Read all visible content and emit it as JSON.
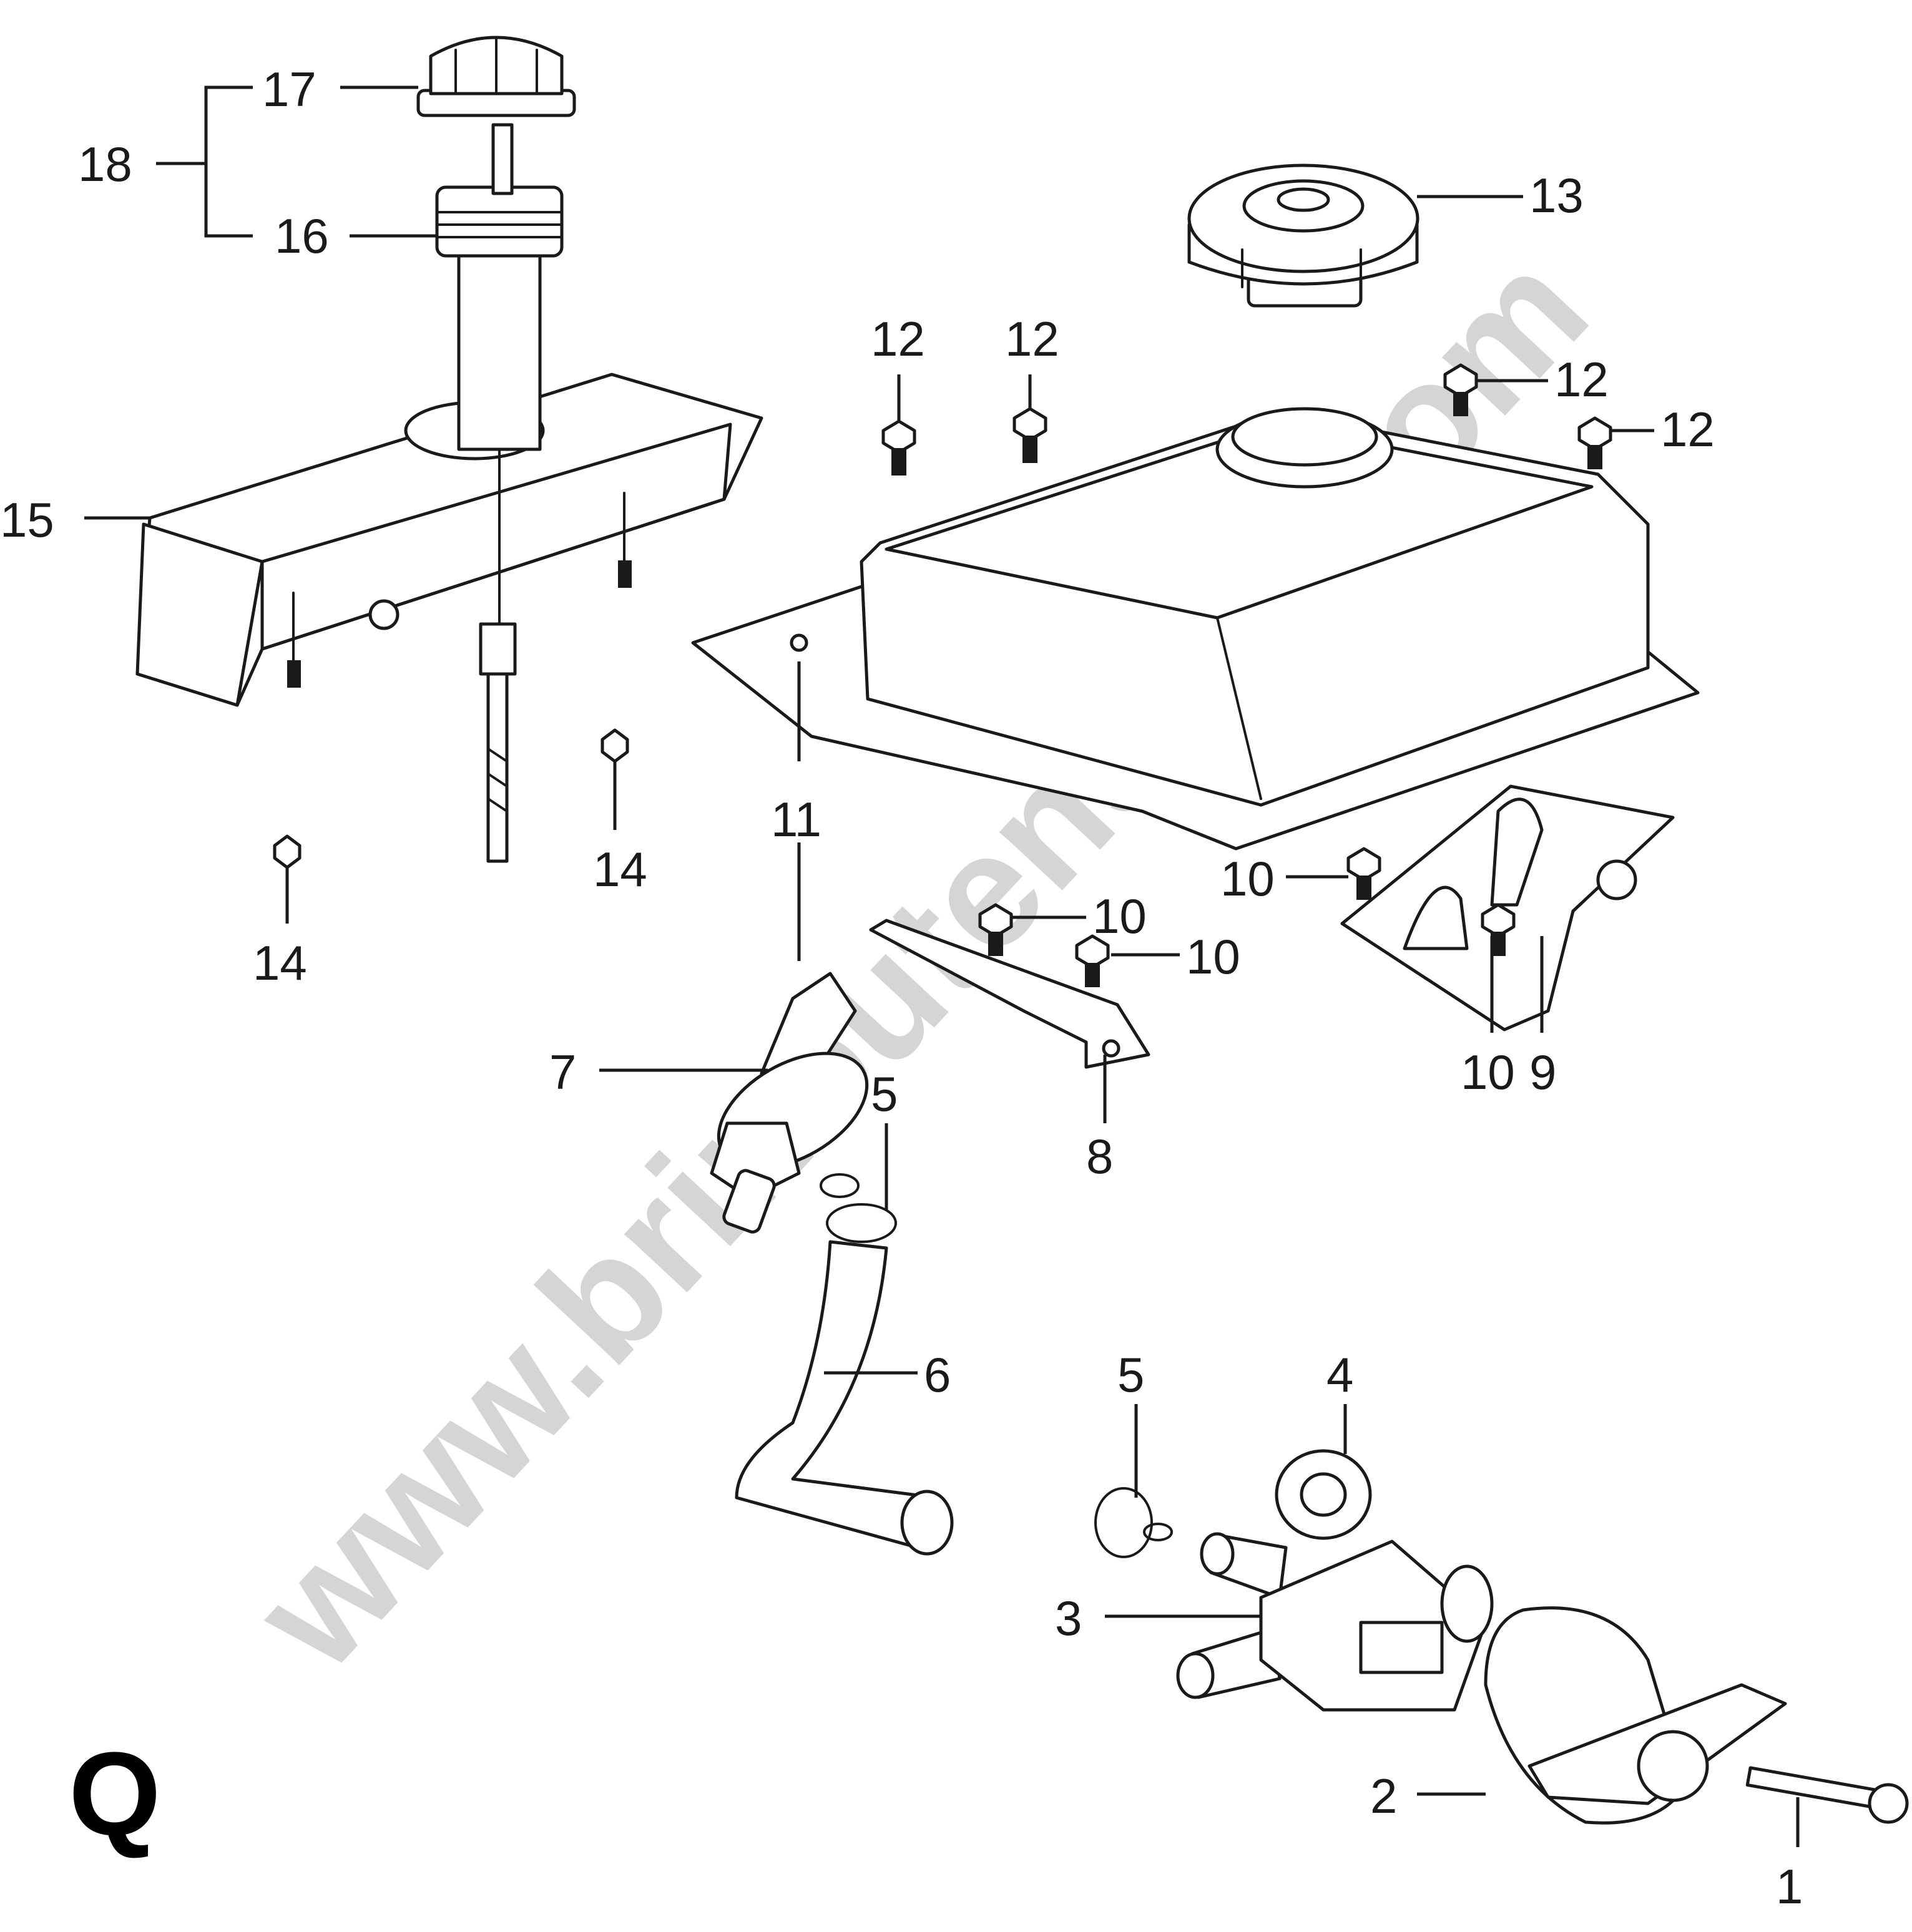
{
  "watermark": "www.brinoutensilic.com",
  "sheet_letter": "Q",
  "callouts": {
    "c1": "1",
    "c2": "2",
    "c3": "3",
    "c4": "4",
    "c5a": "5",
    "c5b": "5",
    "c6": "6",
    "c7": "7",
    "c8": "8",
    "c9": "9",
    "c10a": "10",
    "c10b": "10",
    "c10c": "10",
    "c10d": "10",
    "c11": "11",
    "c12a": "12",
    "c12b": "12",
    "c12c": "12",
    "c12d": "12",
    "c13": "13",
    "c14a": "14",
    "c14b": "14",
    "c15": "15",
    "c16": "16",
    "c17": "17",
    "c18": "18"
  }
}
